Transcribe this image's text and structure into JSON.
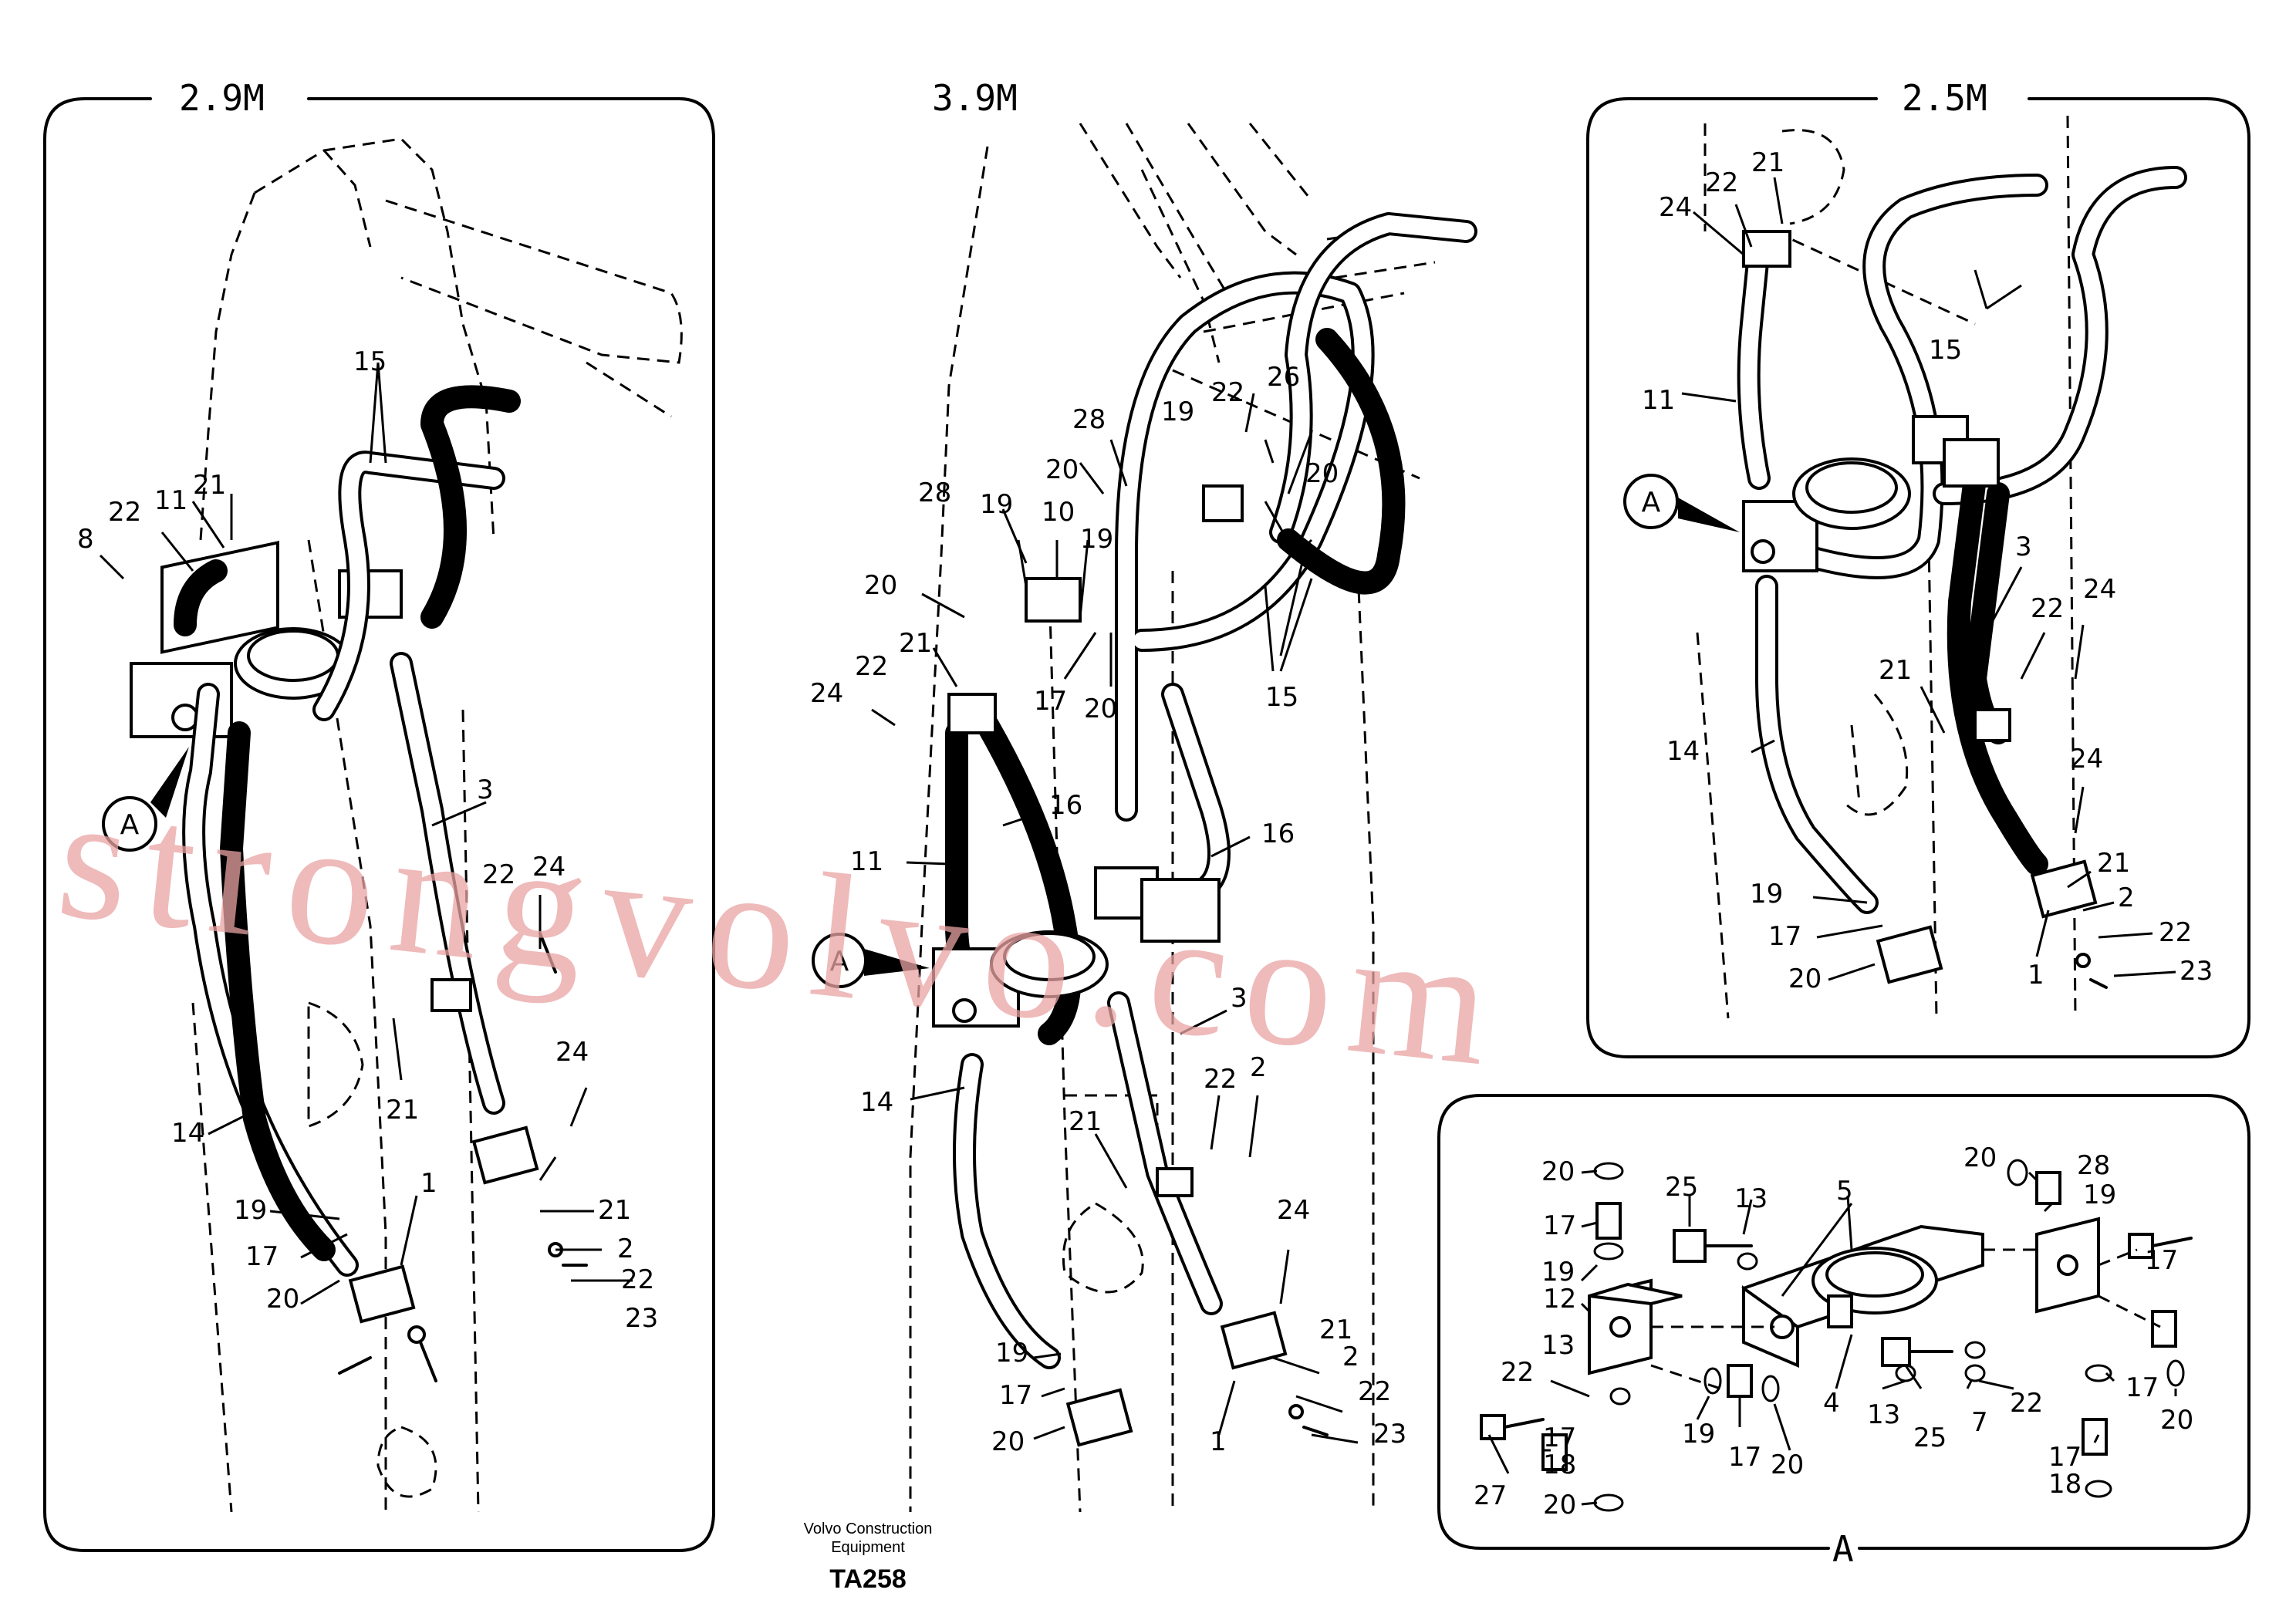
{
  "panels": {
    "left_title": "2.9M",
    "middle_title": "3.9M",
    "right_title": "2.5M",
    "detail_title": "A"
  },
  "callouts": {
    "view_a": "A"
  },
  "footer": {
    "manufacturer": "Volvo Construction",
    "manufacturer_line2": "Equipment",
    "drawing_code": "TA258"
  },
  "watermark": "strongvolvo.com",
  "labels": {
    "left": [
      "15",
      "22",
      "11",
      "21",
      "8",
      "3",
      "22",
      "24",
      "21",
      "14",
      "24",
      "19",
      "1",
      "21",
      "17",
      "2",
      "20",
      "22",
      "23"
    ],
    "middle": [
      "26",
      "22",
      "28",
      "19",
      "20",
      "28",
      "19",
      "10",
      "20",
      "19",
      "20",
      "15",
      "21",
      "17",
      "20",
      "24",
      "22",
      "16",
      "16",
      "11",
      "3",
      "14",
      "22",
      "2",
      "21",
      "24",
      "19",
      "21",
      "2",
      "17",
      "22",
      "20",
      "23",
      "1"
    ],
    "right": [
      "21",
      "22",
      "24",
      "15",
      "11",
      "3",
      "22",
      "24",
      "21",
      "14",
      "24",
      "21",
      "19",
      "2",
      "17",
      "22",
      "20",
      "23",
      "1"
    ],
    "detail": [
      "25",
      "13",
      "5",
      "20",
      "28",
      "20",
      "19",
      "17",
      "19",
      "12",
      "13",
      "22",
      "17",
      "17",
      "18",
      "27",
      "20",
      "19",
      "17",
      "20",
      "4",
      "13",
      "25",
      "7",
      "22",
      "17",
      "20",
      "17",
      "18"
    ]
  },
  "colors": {
    "line": "#000000",
    "watermark": "#e9a3a3",
    "background": "#ffffff"
  }
}
